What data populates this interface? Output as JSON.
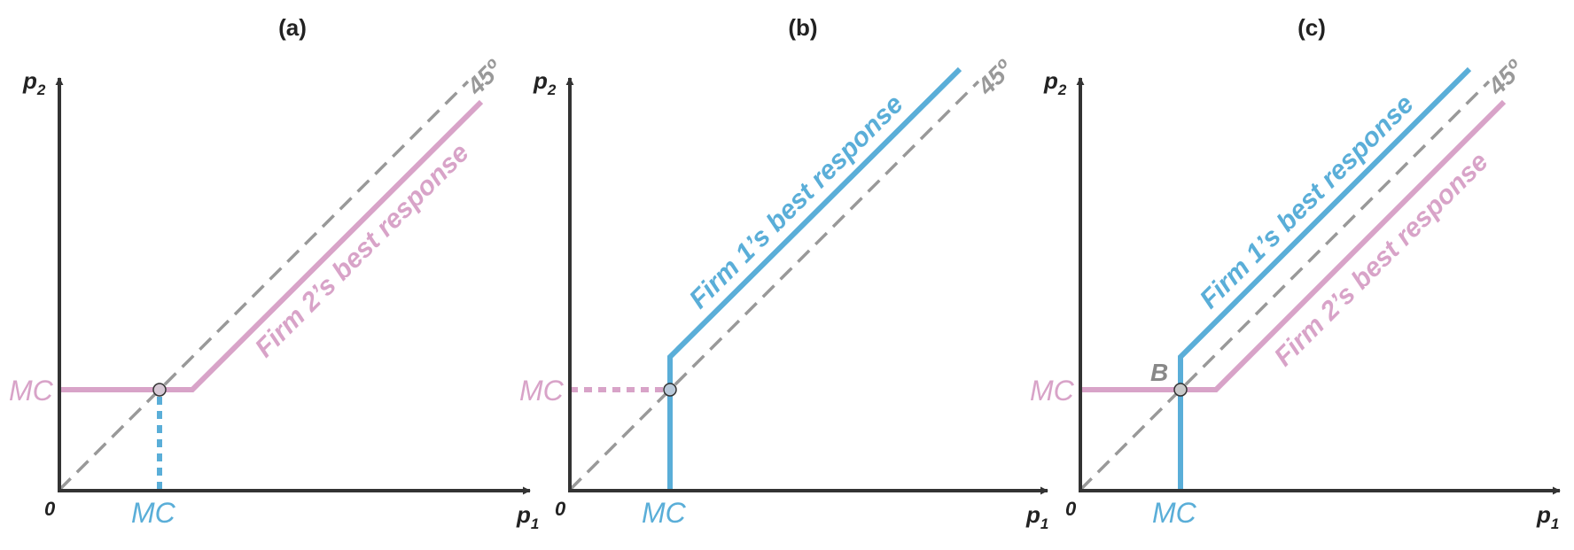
{
  "colors": {
    "axis": "#333333",
    "diagonal": "#999999",
    "firm1": "#5aaed8",
    "firm2": "#d8a3c8",
    "point_fill": "#d7c9d5"
  },
  "panels": [
    {
      "title": "(a)",
      "y_axis_label": "p",
      "y_axis_sub": "2",
      "x_axis_label": "p",
      "x_axis_sub": "1",
      "origin_label": "0",
      "diagonal_label": "45º",
      "mc_label_y": "MC",
      "mc_label_x": "MC",
      "curve_label": "Firm 2’s best response"
    },
    {
      "title": "(b)",
      "y_axis_label": "p",
      "y_axis_sub": "2",
      "x_axis_label": "p",
      "x_axis_sub": "1",
      "origin_label": "0",
      "diagonal_label": "45º",
      "mc_label_y": "MC",
      "mc_label_x": "MC",
      "curve_label": "Firm 1’s best response"
    },
    {
      "title": "(c)",
      "y_axis_label": "p",
      "y_axis_sub": "2",
      "x_axis_label": "p",
      "x_axis_sub": "1",
      "origin_label": "0",
      "diagonal_label": "45º",
      "mc_label_y": "MC",
      "mc_label_x": "MC",
      "curve_label_firm1": "Firm 1’s best response",
      "curve_label_firm2": "Firm 2’s best response",
      "equilibrium_label": "B"
    }
  ]
}
